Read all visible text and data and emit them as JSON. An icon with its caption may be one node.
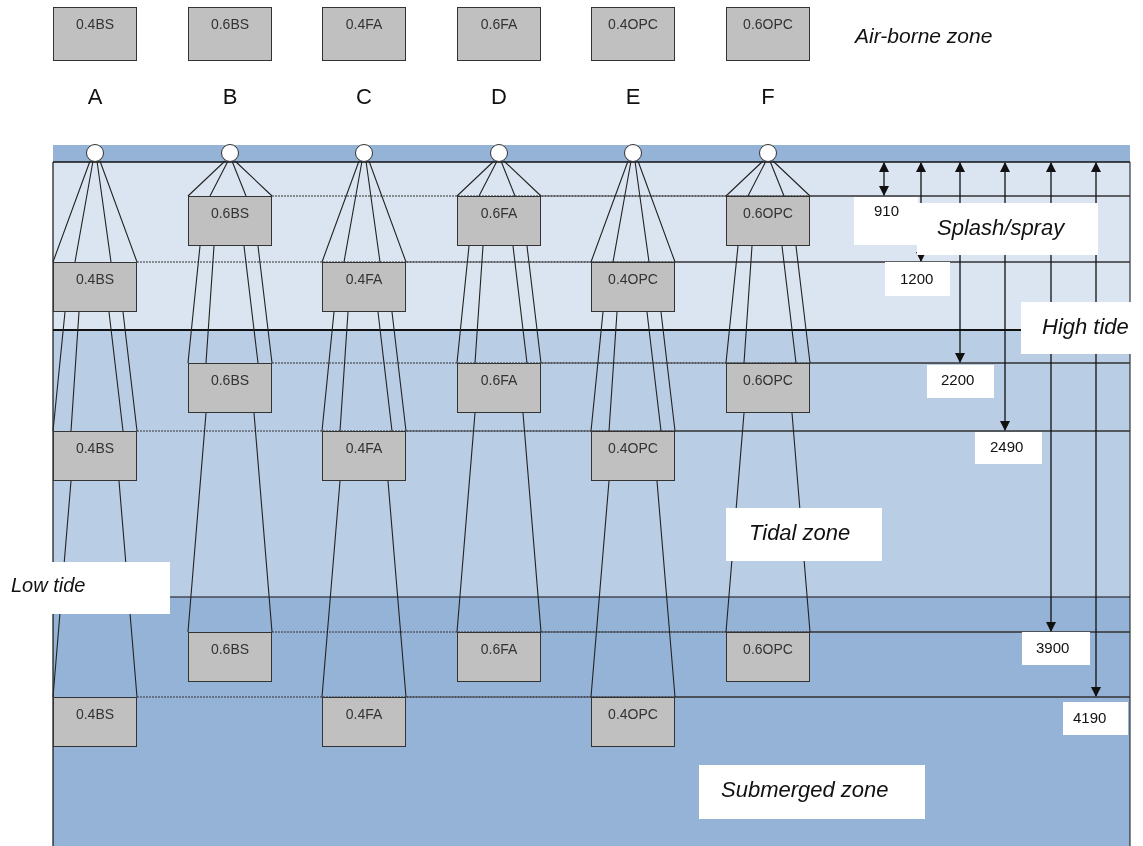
{
  "diagram": {
    "nodes": [
      {
        "text": [
          "0.4BS"
        ],
        "beside": [
          "A"
        ]
      },
      {
        "text": [
          "0.6BS"
        ],
        "beside": [
          "B"
        ]
      },
      {
        "text": [
          "0.4FA"
        ],
        "beside": [
          "C"
        ]
      },
      {
        "text": [
          "0.6FA"
        ],
        "beside": [
          "D"
        ]
      },
      {
        "text": [
          "0.4OPC"
        ],
        "beside": [
          "E"
        ]
      },
      {
        "text": [
          "0.6OPC"
        ],
        "beside": [
          "F"
        ]
      },
      {
        "text": [],
        "shape": "circle"
      },
      {
        "text": [],
        "shape": "circle"
      },
      {
        "text": [],
        "shape": "circle"
      },
      {
        "text": [],
        "shape": "circle"
      },
      {
        "text": [],
        "shape": "circle"
      },
      {
        "text": [],
        "shape": "circle"
      },
      {
        "text": [
          "0.4BS"
        ]
      },
      {
        "text": [
          "0.4BS"
        ]
      },
      {
        "text": [
          "0.4BS"
        ]
      },
      {
        "text": [
          "0.6BS"
        ]
      },
      {
        "text": [
          "0.6BS"
        ]
      },
      {
        "text": [
          "0.6BS"
        ]
      },
      {
        "text": [
          "0.4FA"
        ]
      },
      {
        "text": [
          "0.4FA"
        ]
      },
      {
        "text": [
          "0.4FA"
        ]
      },
      {
        "text": [
          "0.6FA"
        ]
      },
      {
        "text": [
          "0.6FA"
        ]
      },
      {
        "text": [
          "0.6FA"
        ]
      },
      {
        "text": [
          "0.4OPC"
        ]
      },
      {
        "text": [
          "0.4OPC"
        ]
      },
      {
        "text": [
          "0.4OPC"
        ]
      },
      {
        "text": [
          "0.6OPC"
        ]
      },
      {
        "text": [
          "0.6OPC"
        ]
      },
      {
        "text": [
          "0.6OPC"
        ]
      }
    ],
    "edges": [
      {
        "from": 6,
        "to": 12,
        "arrow": "none"
      },
      {
        "from": 12,
        "to": 13,
        "arrow": "none"
      },
      {
        "from": 13,
        "to": 14,
        "arrow": "none"
      },
      {
        "from": 7,
        "to": 15,
        "arrow": "none"
      },
      {
        "from": 15,
        "to": 16,
        "arrow": "none"
      },
      {
        "from": 16,
        "to": 17,
        "arrow": "none"
      },
      {
        "from": 8,
        "to": 18,
        "arrow": "none"
      },
      {
        "from": 18,
        "to": 19,
        "arrow": "none"
      },
      {
        "from": 19,
        "to": 20,
        "arrow": "none"
      },
      {
        "from": 9,
        "to": 21,
        "arrow": "none"
      },
      {
        "from": 21,
        "to": 22,
        "arrow": "none"
      },
      {
        "from": 22,
        "to": 23,
        "arrow": "none"
      },
      {
        "from": 10,
        "to": 24,
        "arrow": "none"
      },
      {
        "from": 24,
        "to": 25,
        "arrow": "none"
      },
      {
        "from": 25,
        "to": 26,
        "arrow": "none"
      },
      {
        "from": 11,
        "to": 27,
        "arrow": "none"
      },
      {
        "from": 27,
        "to": 28,
        "arrow": "none"
      },
      {
        "from": 28,
        "to": 29,
        "arrow": "none"
      }
    ],
    "labels": [
      "Air-borne zone",
      "910",
      "Splash/spray",
      "1200",
      "High tide",
      "2200",
      "2490",
      "Tidal zone",
      "Low tide",
      "3900",
      "4190",
      "Submerged zone"
    ]
  }
}
